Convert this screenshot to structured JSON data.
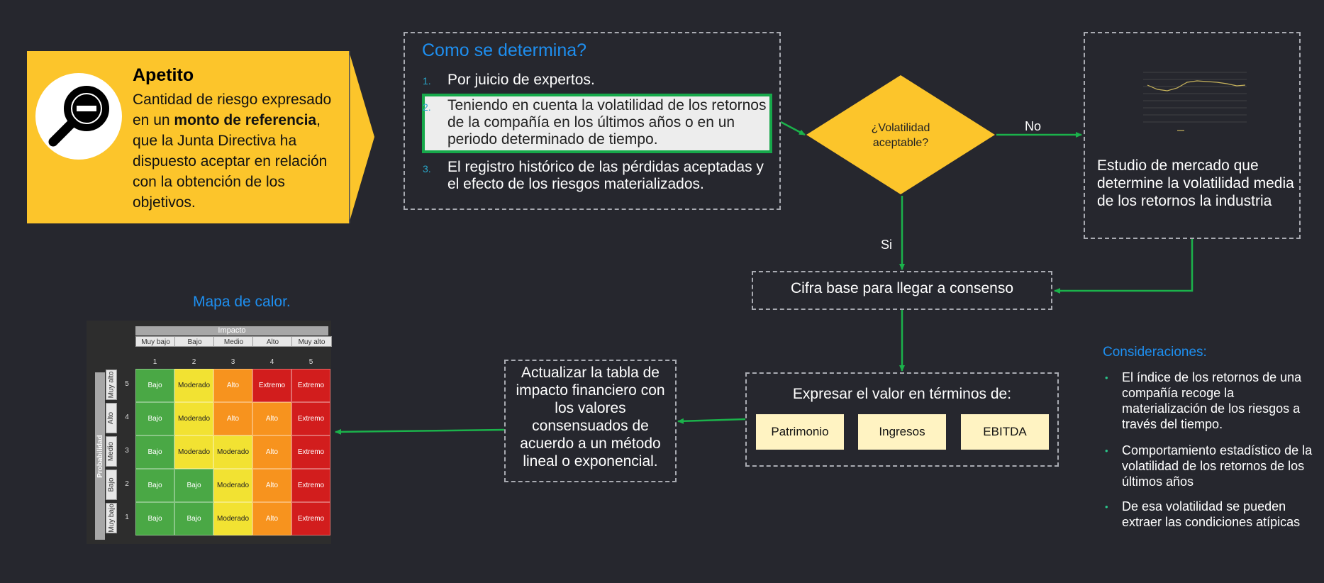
{
  "apetito": {
    "title": "Apetito",
    "body_1": "Cantidad de riesgo expresado en un ",
    "body_bold_1": "monto de referencia",
    "body_2": ", que la Junta Directiva ha dispuesto aceptar en relación con la obtención de los objetivos.",
    "icon": "magnifier-minus-icon",
    "color": "#fcc52b"
  },
  "como": {
    "title": "Como se determina?",
    "items": [
      {
        "num": "1.",
        "text": "Por juicio de expertos."
      },
      {
        "num": "2.",
        "text": "Teniendo en cuenta la volatilidad de los retornos de la compañía en los últimos años o en un periodo determinado de tiempo."
      },
      {
        "num": "3.",
        "text": "El registro histórico de las pérdidas aceptadas y el efecto de los riesgos materializados."
      }
    ],
    "highlight_color": "#16a84a"
  },
  "decision": {
    "text": "¿Volatilidad aceptable?",
    "no_label": "No",
    "si_label": "Si",
    "color": "#fcc52b"
  },
  "estudio": {
    "text": "Estudio de mercado que determine la volatilidad media de los retornos la industria"
  },
  "cifra": {
    "text": "Cifra base para llegar a consenso"
  },
  "expresar": {
    "title": "Expresar el valor en términos de:",
    "options": [
      "Patrimonio",
      "Ingresos",
      "EBITDA"
    ]
  },
  "actualizar": {
    "text": "Actualizar la tabla de impacto financiero con los valores consensuados de acuerdo a un método lineal o exponencial."
  },
  "mapa": {
    "title": "Mapa de calor.",
    "impact_header": "Impacto",
    "prob_header": "Probabilidad",
    "columns": [
      "Muy bajo",
      "Bajo",
      "Medio",
      "Alto",
      "Muy alto"
    ],
    "column_nums": [
      "1",
      "2",
      "3",
      "4",
      "5"
    ],
    "rows": [
      {
        "label": "Muy alto",
        "num": "5",
        "cells": [
          "Bajo",
          "Moderado",
          "Alto",
          "Extremo",
          "Extremo"
        ]
      },
      {
        "label": "Alto",
        "num": "4",
        "cells": [
          "Bajo",
          "Moderado",
          "Alto",
          "Alto",
          "Extremo"
        ]
      },
      {
        "label": "Medio",
        "num": "3",
        "cells": [
          "Bajo",
          "Moderado",
          "Moderado",
          "Alto",
          "Extremo"
        ]
      },
      {
        "label": "Bajo",
        "num": "2",
        "cells": [
          "Bajo",
          "Bajo",
          "Moderado",
          "Alto",
          "Extremo"
        ]
      },
      {
        "label": "Muy bajo",
        "num": "1",
        "cells": [
          "Bajo",
          "Bajo",
          "Moderado",
          "Alto",
          "Extremo"
        ]
      }
    ],
    "level_colors": {
      "Bajo": "#4aa845",
      "Moderado": "#f2e232",
      "Alto": "#f7931e",
      "Extremo": "#d21d1d"
    }
  },
  "consideraciones": {
    "title": "Consideraciones:",
    "items": [
      "El índice de los retornos de una compañía recoge la materialización de los riesgos a través del tiempo.",
      "Comportamiento estadístico de la volatilidad de los retornos de los últimos años",
      "De esa volatilidad se pueden extraer las condiciones atípicas"
    ]
  },
  "connector_color": "#1bb24b"
}
